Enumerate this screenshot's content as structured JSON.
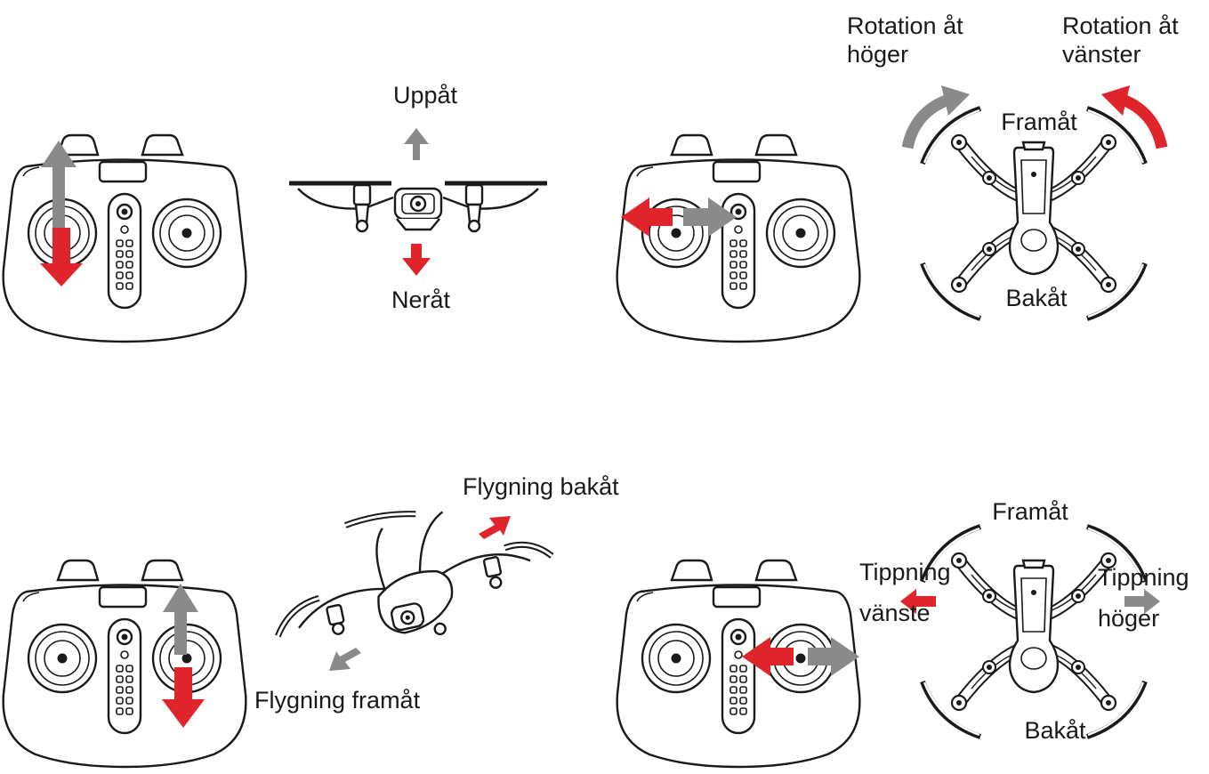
{
  "labels": {
    "up": "Uppåt",
    "down": "Neråt",
    "rotate_right": [
      "Rotation åt",
      "höger"
    ],
    "rotate_left": [
      "Rotation åt",
      "vänster"
    ],
    "forward_1": "Framåt",
    "backward_1": "Bakåt",
    "fly_backward": "Flygning bakåt",
    "fly_forward": "Flygning framåt",
    "forward_2": "Framåt",
    "backward_2": "Bakåt",
    "tilt_left": [
      "Tippning",
      "vänste"
    ],
    "tilt_right": [
      "Tippning",
      "höger"
    ]
  },
  "icons": {
    "controller": "remote-controller-icon",
    "drone_side": "drone-side-view-icon",
    "drone_top": "drone-top-view-icon",
    "drone_perspective": "drone-perspective-icon"
  },
  "colors": {
    "red_arrow": "#e0242b",
    "gray_arrow": "#8a8a8a",
    "line": "#1a1a1a"
  }
}
